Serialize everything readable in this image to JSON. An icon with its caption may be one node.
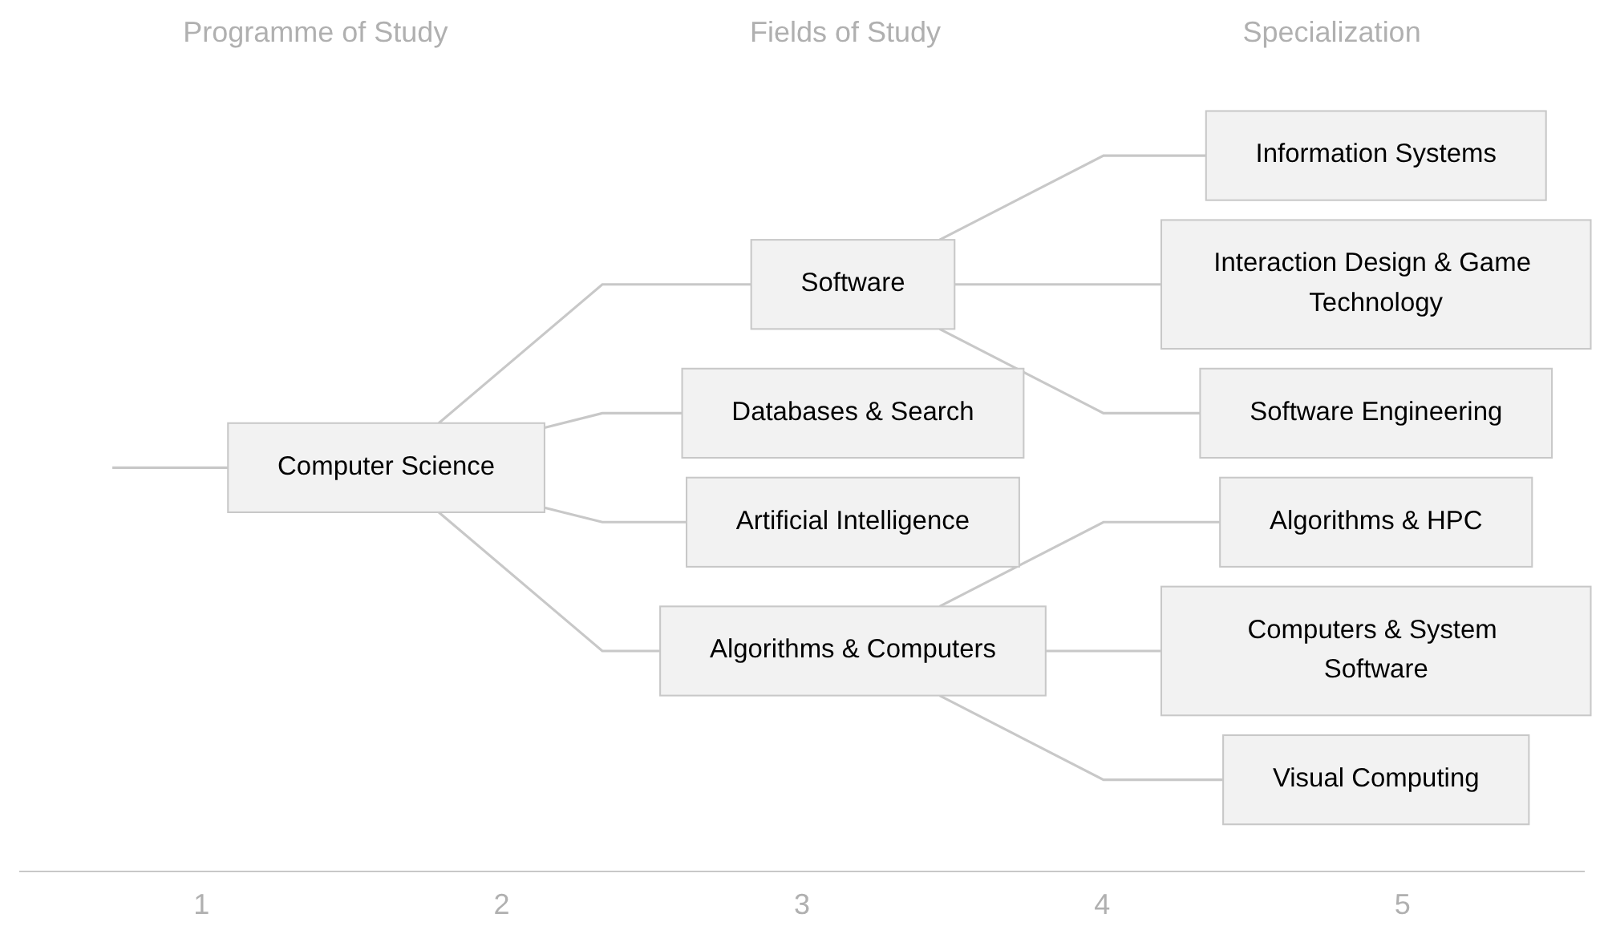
{
  "diagram": {
    "nodes": [
      {
        "text": [
          "Computer Science"
        ]
      },
      {
        "text": [
          "Software"
        ]
      },
      {
        "text": [
          "Information Systems"
        ]
      },
      {
        "text": [
          "Interaction Design & Game Technology"
        ]
      },
      {
        "text": [
          "Software Engineering"
        ]
      },
      {
        "text": [
          "Databases & Search"
        ]
      },
      {
        "text": [
          "Artificial Intelligence"
        ]
      },
      {
        "text": [
          "Algorithms & Computers"
        ]
      },
      {
        "text": [
          "Algorithms & HPC"
        ]
      },
      {
        "text": [
          "Computers & System Software"
        ]
      },
      {
        "text": [
          "Visual Computing"
        ]
      }
    ],
    "edges": [
      {
        "from": null,
        "to": 0,
        "arrow": "none"
      },
      {
        "from": 0,
        "to": 1,
        "arrow": "none"
      },
      {
        "from": 0,
        "to": 5,
        "arrow": "none"
      },
      {
        "from": 0,
        "to": 6,
        "arrow": "none"
      },
      {
        "from": 0,
        "to": 7,
        "arrow": "none"
      },
      {
        "from": 1,
        "to": 2,
        "arrow": "none"
      },
      {
        "from": 1,
        "to": 3,
        "arrow": "none"
      },
      {
        "from": 1,
        "to": 4,
        "arrow": "none"
      },
      {
        "from": 7,
        "to": 8,
        "arrow": "none"
      },
      {
        "from": 7,
        "to": 9,
        "arrow": "none"
      },
      {
        "from": 7,
        "to": 10,
        "arrow": "none"
      }
    ],
    "labels": [
      "Programme of Study",
      "Fields of Study",
      "Specialization",
      "1",
      "2",
      "3",
      "4",
      "5"
    ]
  }
}
